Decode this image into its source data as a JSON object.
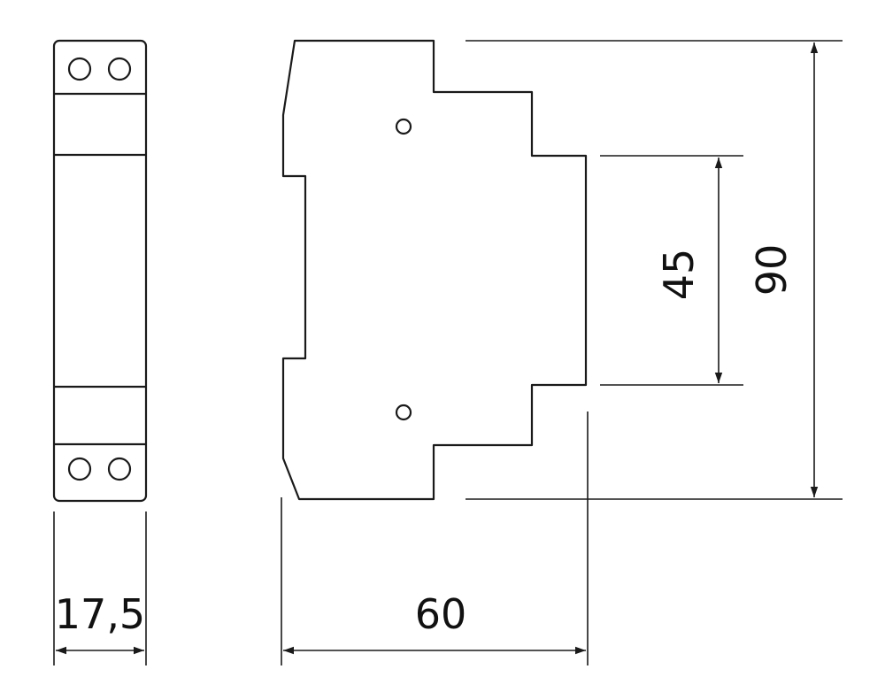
{
  "dimensions": {
    "width": "17,5",
    "depth": "60",
    "height_total": "90",
    "height_front": "45"
  },
  "colors": {
    "line": "#1a1a1a",
    "background": "#ffffff"
  }
}
